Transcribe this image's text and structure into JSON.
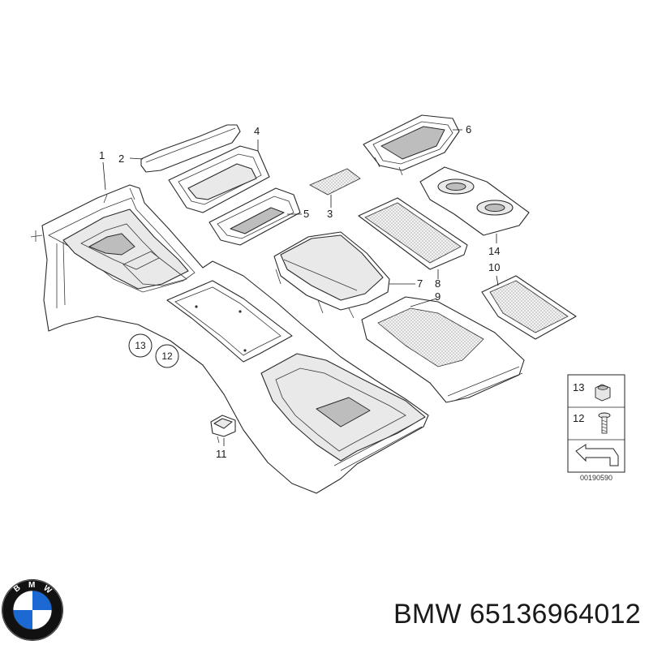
{
  "diagram": {
    "callouts": [
      {
        "id": "c1",
        "label": "1"
      },
      {
        "id": "c2",
        "label": "2"
      },
      {
        "id": "c3",
        "label": "3"
      },
      {
        "id": "c4",
        "label": "4"
      },
      {
        "id": "c5",
        "label": "5"
      },
      {
        "id": "c6",
        "label": "6"
      },
      {
        "id": "c7",
        "label": "7"
      },
      {
        "id": "c8",
        "label": "8"
      },
      {
        "id": "c9",
        "label": "9"
      },
      {
        "id": "c10",
        "label": "10"
      },
      {
        "id": "c11",
        "label": "11"
      },
      {
        "id": "c14",
        "label": "14"
      }
    ],
    "circled_callouts": [
      {
        "id": "cc13",
        "label": "13"
      },
      {
        "id": "cc12",
        "label": "12"
      }
    ],
    "legend": {
      "items": [
        {
          "label": "13",
          "icon": "nut-icon"
        },
        {
          "label": "12",
          "icon": "screw-icon"
        }
      ],
      "arrow_icon": "direction-arrow-icon"
    },
    "reference_number": "00190590"
  },
  "brand": {
    "logo": "bmw-logo",
    "logo_letters": [
      "B",
      "M",
      "W"
    ],
    "text": "BMW 65136964012",
    "logo_colors": {
      "blue": "#1c69d4",
      "white": "#ffffff",
      "ring": "#111111"
    }
  }
}
